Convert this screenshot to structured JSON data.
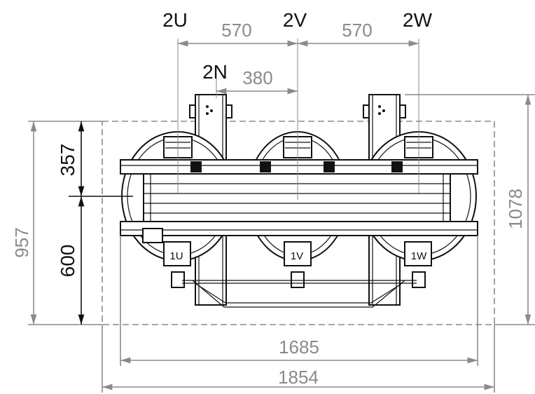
{
  "terminals": {
    "u2": "2U",
    "v2": "2V",
    "w2": "2W",
    "n2": "2N",
    "u1": "1U",
    "v1": "1V",
    "w1": "1W"
  },
  "dimensions": {
    "pitch_uv": "570",
    "pitch_vw": "570",
    "n_offset": "380",
    "upper_height": "357",
    "lower_height": "600",
    "left_height": "957",
    "right_height": "1078",
    "inner_width": "1685",
    "outer_width": "1854"
  },
  "colors": {
    "line_dark": "#111111",
    "line_grey": "#8a8a8a",
    "background": "#ffffff"
  }
}
